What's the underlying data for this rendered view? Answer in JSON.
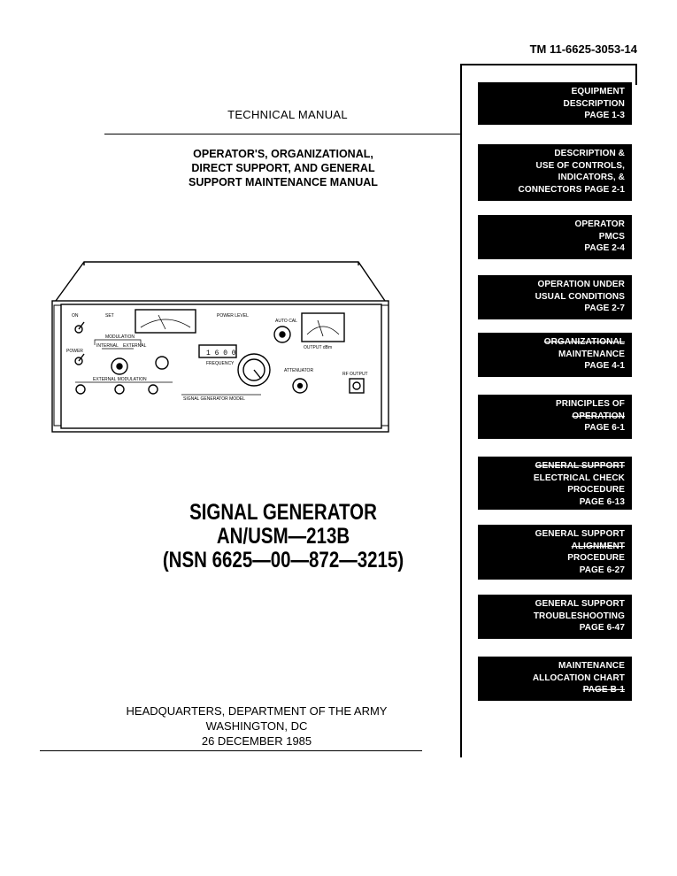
{
  "header": {
    "tm_number": "TM 11-6625-3053-14",
    "doc_type": "TECHNICAL MANUAL"
  },
  "subtitle_lines": [
    "OPERATOR'S, ORGANIZATIONAL,",
    "DIRECT SUPPORT, AND GENERAL",
    "SUPPORT MAINTENANCE MANUAL"
  ],
  "illustration": {
    "labels": {
      "on": "ON",
      "set": "SET",
      "power_level": "POWER LEVEL",
      "auto_cal": "AUTO CAL",
      "power": "POWER",
      "modulation": "MODULATION",
      "internal": "INTERNAL",
      "external": "EXTERNAL",
      "frequency": "FREQUENCY",
      "output": "OUTPUT dBm",
      "attenuator": "ATTENUATOR",
      "rf_output": "RF OUTPUT",
      "ext_mod": "EXTERNAL MODULATION",
      "model": "SIGNAL GENERATOR MODEL",
      "freq_readout": "1 6 0 0"
    }
  },
  "title": {
    "line1": "SIGNAL GENERATOR",
    "line2": "AN/USM—213B",
    "line3": "(NSN 6625—00—872—3215)"
  },
  "footer": {
    "line1": "HEADQUARTERS, DEPARTMENT OF THE ARMY",
    "line2": "WASHINGTON, DC",
    "line3": "26 DECEMBER 1985"
  },
  "tabs": [
    {
      "lines": [
        "EQUIPMENT",
        "DESCRIPTION",
        "PAGE 1-3"
      ]
    },
    {
      "lines": [
        "DESCRIPTION &",
        "USE OF CONTROLS,",
        "INDICATORS, &",
        "CONNECTORS   PAGE 2-1"
      ]
    },
    {
      "lines": [
        "OPERATOR",
        "PMCS",
        "PAGE 2-4"
      ]
    },
    {
      "lines": [
        "OPERATION UNDER",
        "USUAL CONDITIONS",
        "PAGE 2-7"
      ]
    },
    {
      "lines": [
        "ORGANIZATIONAL",
        "MAINTENANCE",
        "PAGE 4-1"
      ]
    },
    {
      "lines": [
        "PRINCIPLES OF",
        "OPERATION",
        "PAGE 6-1"
      ]
    },
    {
      "lines": [
        "GENERAL SUPPORT",
        "ELECTRICAL CHECK",
        "PROCEDURE",
        "PAGE 6-13"
      ]
    },
    {
      "lines": [
        "GENERAL SUPPORT",
        "ALIGNMENT",
        "PROCEDURE",
        "PAGE 6-27"
      ]
    },
    {
      "lines": [
        "GENERAL SUPPORT",
        "TROUBLESHOOTING",
        "PAGE 6-47"
      ]
    },
    {
      "lines": [
        "MAINTENANCE",
        "ALLOCATION CHART",
        "PAGE B-1"
      ]
    }
  ]
}
